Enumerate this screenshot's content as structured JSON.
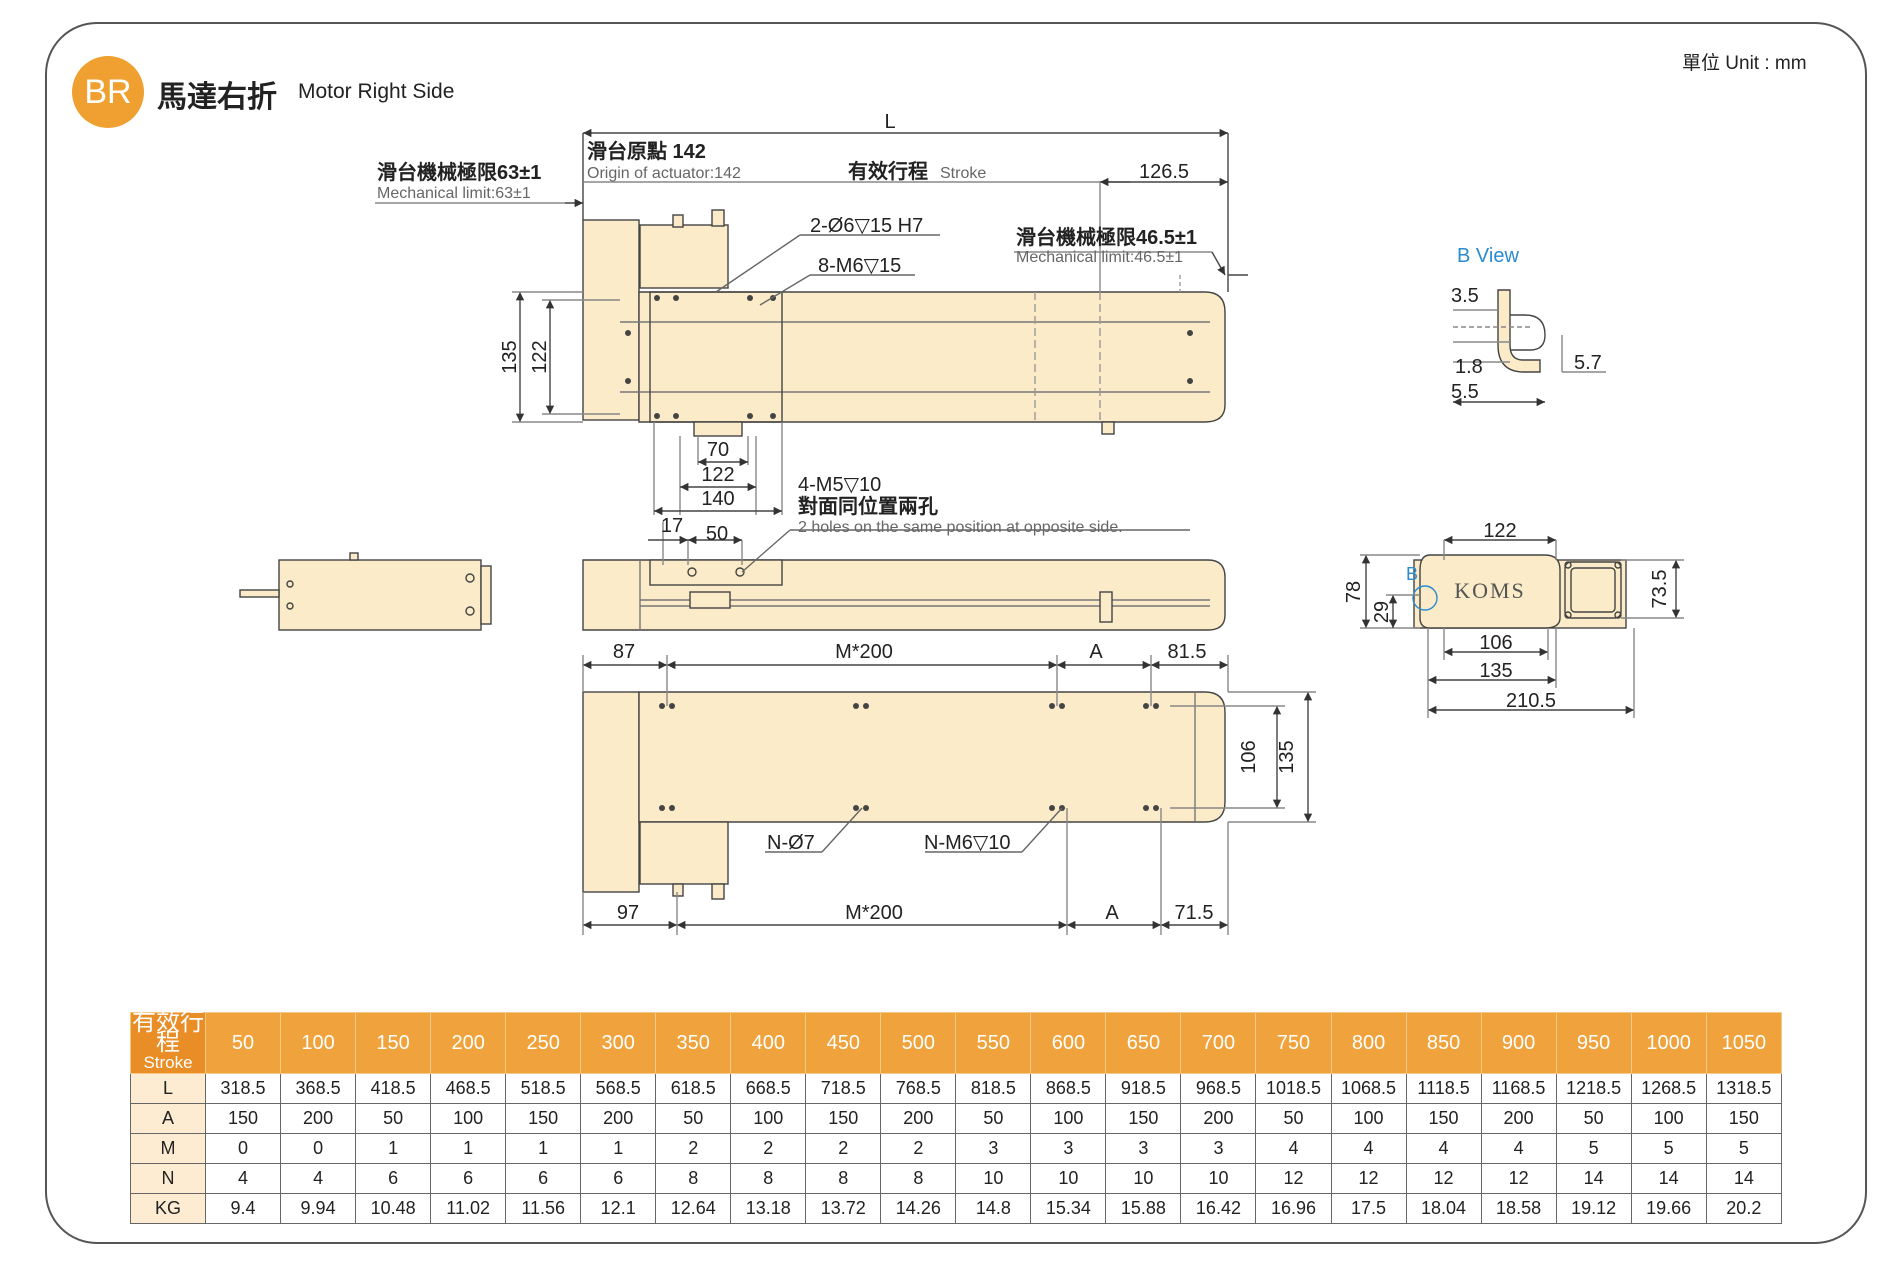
{
  "header": {
    "badge": "BR",
    "title_zh": "馬達右折",
    "title_en": "Motor Right Side",
    "unit": "單位 Unit : mm"
  },
  "drawing": {
    "top_view": {
      "L": "L",
      "origin_zh": "滑台原點 142",
      "origin_en": "Origin of actuator:142",
      "stroke_zh": "有效行程",
      "stroke_en": "Stroke",
      "dim_126_5": "126.5",
      "mech_left_zh": "滑台機械極限63±1",
      "mech_left_en": "Mechanical limit:63±1",
      "mech_right_zh": "滑台機械極限46.5±1",
      "mech_right_en": "Mechanical limit:46.5±1",
      "hole_pin": "2-Ø6▽15 H7",
      "hole_m6": "8-M6▽15",
      "dim_135": "135",
      "dim_122": "122",
      "dim_70": "70",
      "dim_122b": "122",
      "dim_140": "140"
    },
    "side_view": {
      "m5_holes": "4-M5▽10",
      "opposite_zh": "對面同位置兩孔",
      "opposite_en": "2 holes on the same position at opposite side.",
      "dim_17": "17",
      "dim_50": "50"
    },
    "bottom_view": {
      "dim_87": "87",
      "m200_top": "M*200",
      "a_top": "A",
      "dim_81_5": "81.5",
      "dim_106": "106",
      "dim_135": "135",
      "n_phi7": "N-Ø7",
      "n_m6": "N-M6▽10",
      "dim_97": "97",
      "m200_bottom": "M*200",
      "a_bottom": "A",
      "dim_71_5": "71.5"
    },
    "b_view": {
      "title": "B View",
      "dim_3_5": "3.5",
      "dim_1_8": "1.8",
      "dim_5_5": "5.5",
      "dim_5_7": "5.7"
    },
    "end_view": {
      "dim_122": "122",
      "b_label": "B",
      "brand": "KOMS",
      "dim_78": "78",
      "dim_29": "29",
      "dim_73_5": "73.5",
      "dim_106": "106",
      "dim_135": "135",
      "dim_210_5": "210.5"
    }
  },
  "table": {
    "head_zh": "有效行程",
    "head_en": "Stroke",
    "strokes": [
      "50",
      "100",
      "150",
      "200",
      "250",
      "300",
      "350",
      "400",
      "450",
      "500",
      "550",
      "600",
      "650",
      "700",
      "750",
      "800",
      "850",
      "900",
      "950",
      "1000",
      "1050"
    ],
    "rows": [
      {
        "label": "L",
        "values": [
          "318.5",
          "368.5",
          "418.5",
          "468.5",
          "518.5",
          "568.5",
          "618.5",
          "668.5",
          "718.5",
          "768.5",
          "818.5",
          "868.5",
          "918.5",
          "968.5",
          "1018.5",
          "1068.5",
          "1118.5",
          "1168.5",
          "1218.5",
          "1268.5",
          "1318.5"
        ]
      },
      {
        "label": "A",
        "values": [
          "150",
          "200",
          "50",
          "100",
          "150",
          "200",
          "50",
          "100",
          "150",
          "200",
          "50",
          "100",
          "150",
          "200",
          "50",
          "100",
          "150",
          "200",
          "50",
          "100",
          "150"
        ]
      },
      {
        "label": "M",
        "values": [
          "0",
          "0",
          "1",
          "1",
          "1",
          "1",
          "2",
          "2",
          "2",
          "2",
          "3",
          "3",
          "3",
          "3",
          "4",
          "4",
          "4",
          "4",
          "5",
          "5",
          "5"
        ]
      },
      {
        "label": "N",
        "values": [
          "4",
          "4",
          "6",
          "6",
          "6",
          "6",
          "8",
          "8",
          "8",
          "8",
          "10",
          "10",
          "10",
          "10",
          "12",
          "12",
          "12",
          "12",
          "14",
          "14",
          "14"
        ]
      },
      {
        "label": "KG",
        "values": [
          "9.4",
          "9.94",
          "10.48",
          "11.02",
          "11.56",
          "12.1",
          "12.64",
          "13.18",
          "13.72",
          "14.26",
          "14.8",
          "15.34",
          "15.88",
          "16.42",
          "16.96",
          "17.5",
          "18.04",
          "18.58",
          "19.12",
          "19.66",
          "20.2"
        ]
      }
    ]
  },
  "colors": {
    "accent": "#f0a030",
    "body_fill": "#fbebc8",
    "outline": "#444444"
  }
}
